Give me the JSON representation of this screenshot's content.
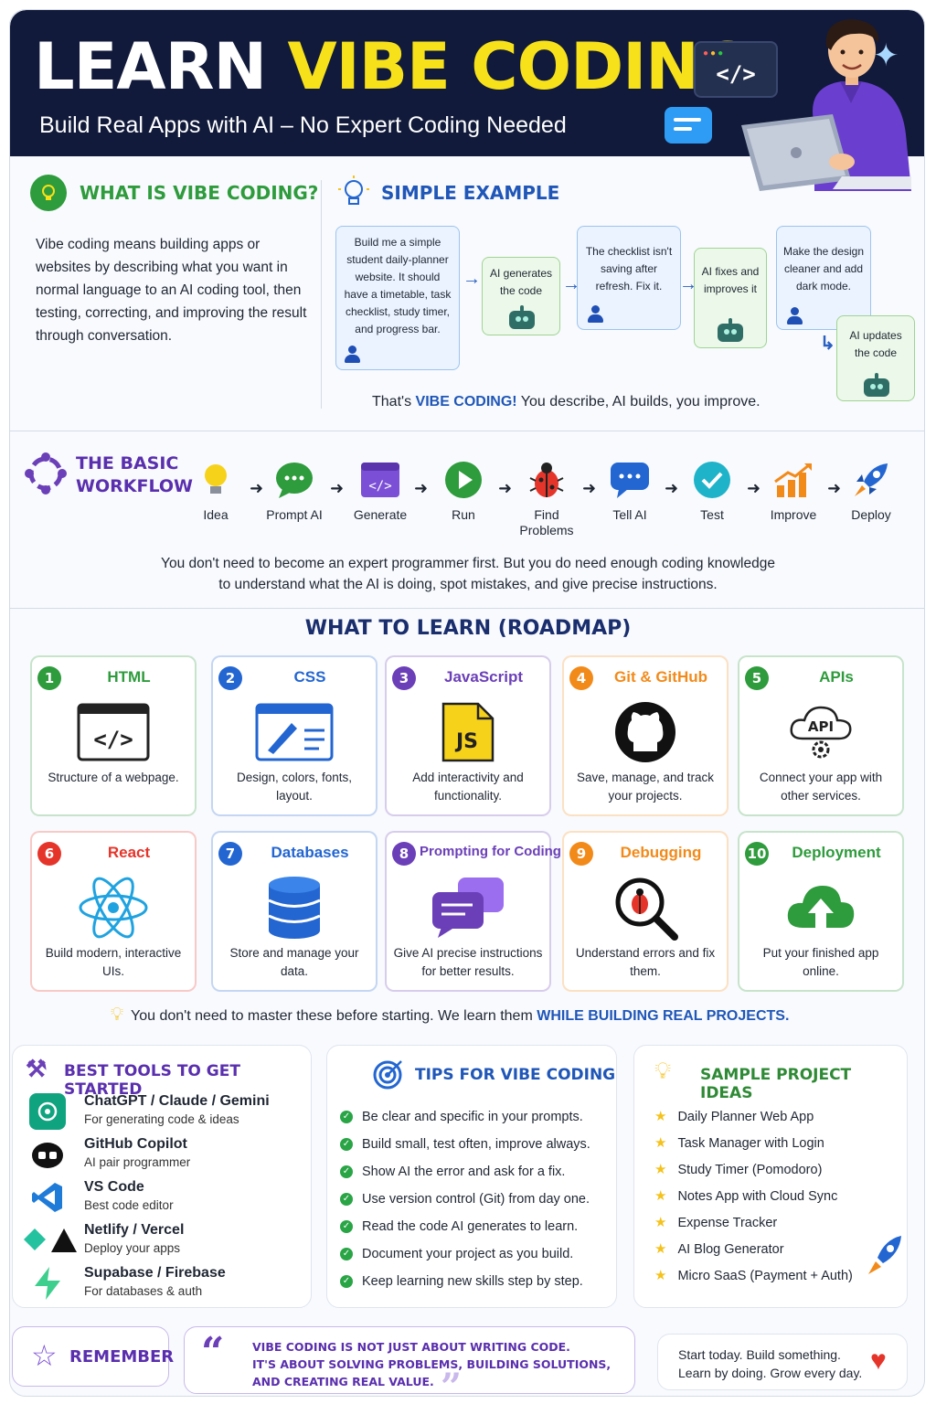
{
  "header": {
    "title_white": "LEARN",
    "title_yellow": "VIBE CODING",
    "subtitle": "Build Real Apps with AI – No Expert Coding Needed",
    "code_tag": "</>"
  },
  "what_is": {
    "heading": "WHAT IS VIBE CODING?",
    "body": "Vibe coding means building apps or websites by describing what you want in normal language to an AI coding tool, then testing, correcting, and improving the result through conversation."
  },
  "example": {
    "heading": "SIMPLE EXAMPLE",
    "steps": [
      {
        "text": "Build me a simple student daily-planner website. It should have a timetable, task checklist, study timer, and progress bar.",
        "who": "user"
      },
      {
        "text": "AI generates the code",
        "who": "ai"
      },
      {
        "text": "The checklist isn't saving after refresh. Fix it.",
        "who": "user"
      },
      {
        "text": "AI fixes and improves it",
        "who": "ai"
      },
      {
        "text": "Make the design cleaner and add dark mode.",
        "who": "user"
      },
      {
        "text": "AI updates the code",
        "who": "ai"
      }
    ],
    "summary_pre": "That's ",
    "summary_highlight": "VIBE CODING!",
    "summary_post": " You describe, AI builds, you improve."
  },
  "workflow": {
    "heading_line1": "THE BASIC",
    "heading_line2": "WORKFLOW",
    "steps": [
      {
        "label": "Idea",
        "icon": "lightbulb-icon"
      },
      {
        "label": "Prompt AI",
        "icon": "chat-icon"
      },
      {
        "label": "Generate",
        "icon": "code-window-icon"
      },
      {
        "label": "Run",
        "icon": "play-icon"
      },
      {
        "label": "Find Problems",
        "icon": "bug-icon"
      },
      {
        "label": "Tell AI",
        "icon": "message-icon"
      },
      {
        "label": "Test",
        "icon": "check-icon"
      },
      {
        "label": "Improve",
        "icon": "growth-chart-icon"
      },
      {
        "label": "Deploy",
        "icon": "rocket-icon"
      }
    ],
    "note_line1": "You don't need to become an expert programmer first. But you do need enough coding knowledge",
    "note_line2": "to understand what the AI is doing, spot mistakes, and give precise instructions."
  },
  "roadmap": {
    "heading": "WHAT TO LEARN (ROADMAP)",
    "items": [
      {
        "num": "1",
        "title": "HTML",
        "desc": "Structure of a webpage.",
        "color": "#2e9b3c"
      },
      {
        "num": "2",
        "title": "CSS",
        "desc": "Design, colors, fonts, layout.",
        "color": "#2366d1"
      },
      {
        "num": "3",
        "title": "JavaScript",
        "desc": "Add interactivity and functionality.",
        "color": "#6b3fb8"
      },
      {
        "num": "4",
        "title": "Git & GitHub",
        "desc": "Save, manage, and track your projects.",
        "color": "#f28a1a"
      },
      {
        "num": "5",
        "title": "APIs",
        "desc": "Connect your app with other services.",
        "color": "#2e9b3c"
      },
      {
        "num": "6",
        "title": "React",
        "desc": "Build modern, interactive UIs.",
        "color": "#e5352b"
      },
      {
        "num": "7",
        "title": "Databases",
        "desc": "Store and manage your data.",
        "color": "#2366d1"
      },
      {
        "num": "8",
        "title": "Prompting for Coding",
        "desc": "Give AI precise instructions for better results.",
        "color": "#6b3fb8"
      },
      {
        "num": "9",
        "title": "Debugging",
        "desc": "Understand errors and fix them.",
        "color": "#f28a1a"
      },
      {
        "num": "10",
        "title": "Deployment",
        "desc": "Put your finished app online.",
        "color": "#2e9b3c"
      }
    ],
    "note_pre": "You don't need to master these before starting. We learn them ",
    "note_highlight": "WHILE BUILDING REAL PROJECTS."
  },
  "tools": {
    "heading": "BEST TOOLS TO GET STARTED",
    "items": [
      {
        "name": "ChatGPT / Claude / Gemini",
        "desc": "For generating code & ideas"
      },
      {
        "name": "GitHub Copilot",
        "desc": "AI pair programmer"
      },
      {
        "name": "VS Code",
        "desc": "Best code editor"
      },
      {
        "name": "Netlify / Vercel",
        "desc": "Deploy your apps"
      },
      {
        "name": "Supabase / Firebase",
        "desc": "For databases & auth"
      }
    ]
  },
  "tips": {
    "heading": "TIPS FOR VIBE CODING",
    "items": [
      "Be clear and specific in your prompts.",
      "Build small, test often, improve always.",
      "Show AI the error and ask for a fix.",
      "Use version control (Git) from day one.",
      "Read the code AI generates to learn.",
      "Document your project as you build.",
      "Keep learning new skills step by step."
    ]
  },
  "ideas": {
    "heading": "SAMPLE PROJECT IDEAS",
    "items": [
      "Daily Planner Web App",
      "Task Manager with Login",
      "Study Timer (Pomodoro)",
      "Notes App with Cloud Sync",
      "Expense Tracker",
      "AI Blog Generator",
      "Micro SaaS (Payment + Auth)"
    ]
  },
  "footer": {
    "remember": "REMEMBER",
    "quote_line1": "VIBE CODING IS NOT JUST ABOUT WRITING CODE.",
    "quote_line2": "IT'S ABOUT SOLVING PROBLEMS, BUILDING SOLUTIONS,",
    "quote_line3": "AND CREATING REAL VALUE.",
    "closing_line1": "Start today. Build something.",
    "closing_line2": "Learn by doing. Grow every day."
  }
}
